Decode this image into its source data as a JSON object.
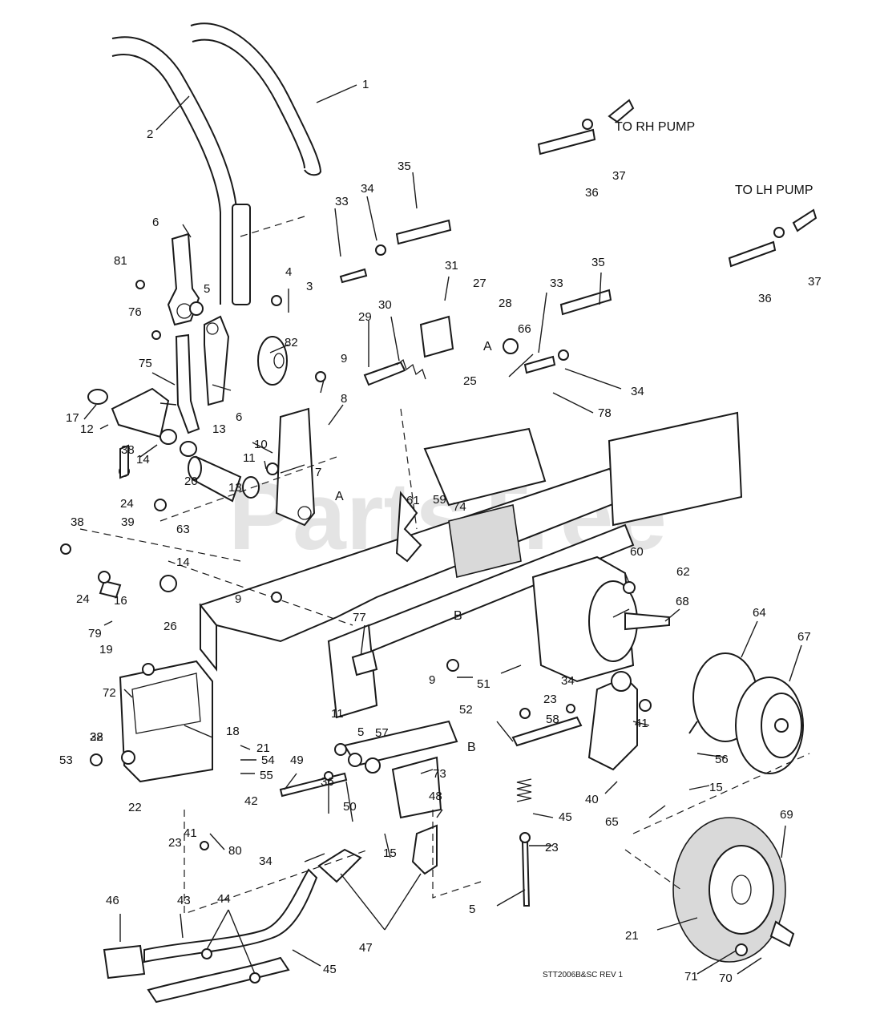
{
  "watermark": "PartsTree",
  "notes": {
    "to_rh_pump": "TO RH PUMP",
    "to_lh_pump": "TO LH PUMP",
    "drawing_id": "STT2006B&SC REV 1"
  },
  "reference_letters": [
    {
      "id": "a1",
      "text": "A"
    },
    {
      "id": "a2",
      "text": "A"
    },
    {
      "id": "b1",
      "text": "B"
    },
    {
      "id": "b2",
      "text": "B"
    }
  ],
  "callouts": [
    "1",
    "2",
    "3",
    "4",
    "5",
    "6",
    "81",
    "76",
    "75",
    "82",
    "6",
    "17",
    "12",
    "38",
    "14",
    "13",
    "20",
    "13",
    "11",
    "10",
    "9",
    "8",
    "7",
    "33",
    "34",
    "35",
    "31",
    "27",
    "28",
    "29",
    "30",
    "25",
    "33",
    "35",
    "66",
    "34",
    "78",
    "36",
    "37",
    "36",
    "37",
    "24",
    "39",
    "63",
    "38",
    "24",
    "16",
    "14",
    "9",
    "61",
    "59",
    "74",
    "60",
    "62",
    "68",
    "64",
    "67",
    "22",
    "26",
    "79",
    "19",
    "72",
    "77",
    "18",
    "21",
    "54",
    "55",
    "49",
    "36",
    "50",
    "11",
    "5",
    "57",
    "73",
    "48",
    "9",
    "51",
    "52",
    "23",
    "34",
    "41",
    "56",
    "15",
    "65",
    "40",
    "45",
    "58",
    "23",
    "5",
    "53",
    "38",
    "22",
    "23",
    "41",
    "80",
    "34",
    "15",
    "47",
    "46",
    "43",
    "44",
    "45",
    "42",
    "21",
    "69",
    "71",
    "70",
    "32"
  ]
}
